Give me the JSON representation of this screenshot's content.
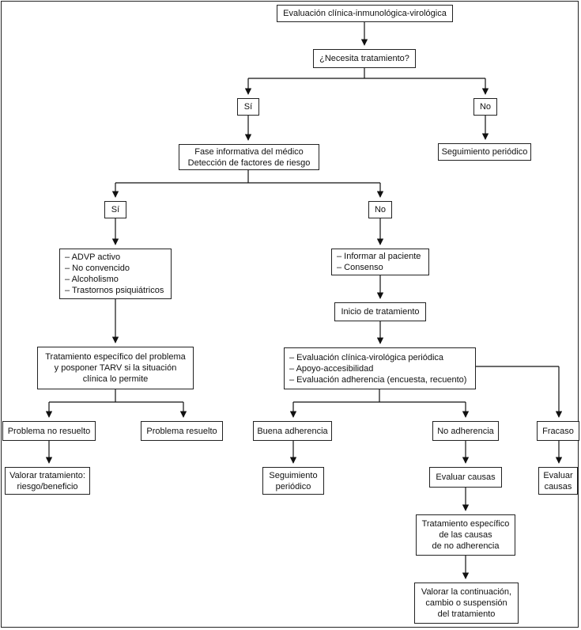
{
  "nodes": {
    "root": "Evaluación clínica-inmunológica-virológica",
    "needs_treatment": "¿Necesita tratamiento?",
    "yes_1": "Sí",
    "no_1": "No",
    "followup_1": "Seguimiento periódico",
    "info_phase": [
      "Fase informativa del médico",
      "Detección de factores de riesgo"
    ],
    "yes_2": "Sí",
    "no_2": "No",
    "risk_factors": [
      "– ADVP activo",
      "– No convencido",
      "– Alcoholismo",
      "– Trastornos psiquiátricos"
    ],
    "inform": [
      "– Informar al paciente",
      "– Consenso"
    ],
    "start_treatment": "Inicio de tratamiento",
    "specific_treatment": [
      "Tratamiento específico del problema",
      "y posponer TARV si la situación",
      "clínica lo permite"
    ],
    "periodic_eval": [
      "– Evaluación clínica-virológica periódica",
      "– Apoyo-accesibilidad",
      "– Evaluación adherencia (encuesta, recuento)"
    ],
    "problem_unresolved": "Problema no resuelto",
    "problem_resolved": "Problema resuelto",
    "good_adherence": "Buena adherencia",
    "no_adherence": "No adherencia",
    "failure": "Fracaso",
    "assess_treatment": [
      "Valorar tratamiento:",
      "riesgo/beneficio"
    ],
    "followup_2": [
      "Seguimiento",
      "periódico"
    ],
    "evaluate_causes_1": "Evaluar causas",
    "evaluate_causes_2": [
      "Evaluar",
      "causas"
    ],
    "specific_causes": [
      "Tratamiento específico",
      "de las causas",
      "de no adherencia"
    ],
    "assess_continuation": [
      "Valorar la continuación,",
      "cambio o suspensión",
      "del tratamiento"
    ]
  }
}
